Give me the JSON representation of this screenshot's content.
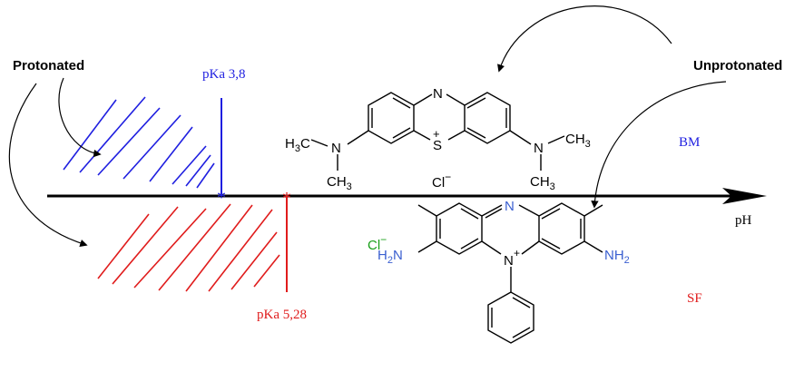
{
  "labels": {
    "protonated": "Protonated",
    "unprotonated": "Unprotonated",
    "pka_bm": "pKa 3,8",
    "pka_sf": "pKa 5,28",
    "ph_axis": "pH",
    "bm": "BM",
    "sf": "SF"
  },
  "mb": {
    "n_top": "N",
    "s_center": "S",
    "s_charge": "+",
    "left_h3c": "H",
    "left_h3c_sub": "3",
    "left_h3c_c": "C",
    "left_n": "N",
    "left_ch3": "CH",
    "left_ch3_sub": "3",
    "right_n": "N",
    "right_ch3_top": "CH",
    "right_ch3_top_sub": "3",
    "right_ch3_bot": "CH",
    "right_ch3_bot_sub": "3",
    "counterion": "Cl",
    "counterion_charge": "−"
  },
  "sf_mol": {
    "n_top": "N",
    "n_center": "N",
    "n_charge": "+",
    "left_h2n": "H",
    "left_h2n_sub": "2",
    "left_h2n_n": "N",
    "right_nh2": "NH",
    "right_nh2_sub": "2",
    "counterion": "Cl",
    "counterion_charge": "−"
  },
  "colors": {
    "blue": "#1f1fe0",
    "red": "#e01c1c",
    "green": "#1aa01a",
    "amine_blue": "#3a5fd0",
    "black": "#000000"
  }
}
